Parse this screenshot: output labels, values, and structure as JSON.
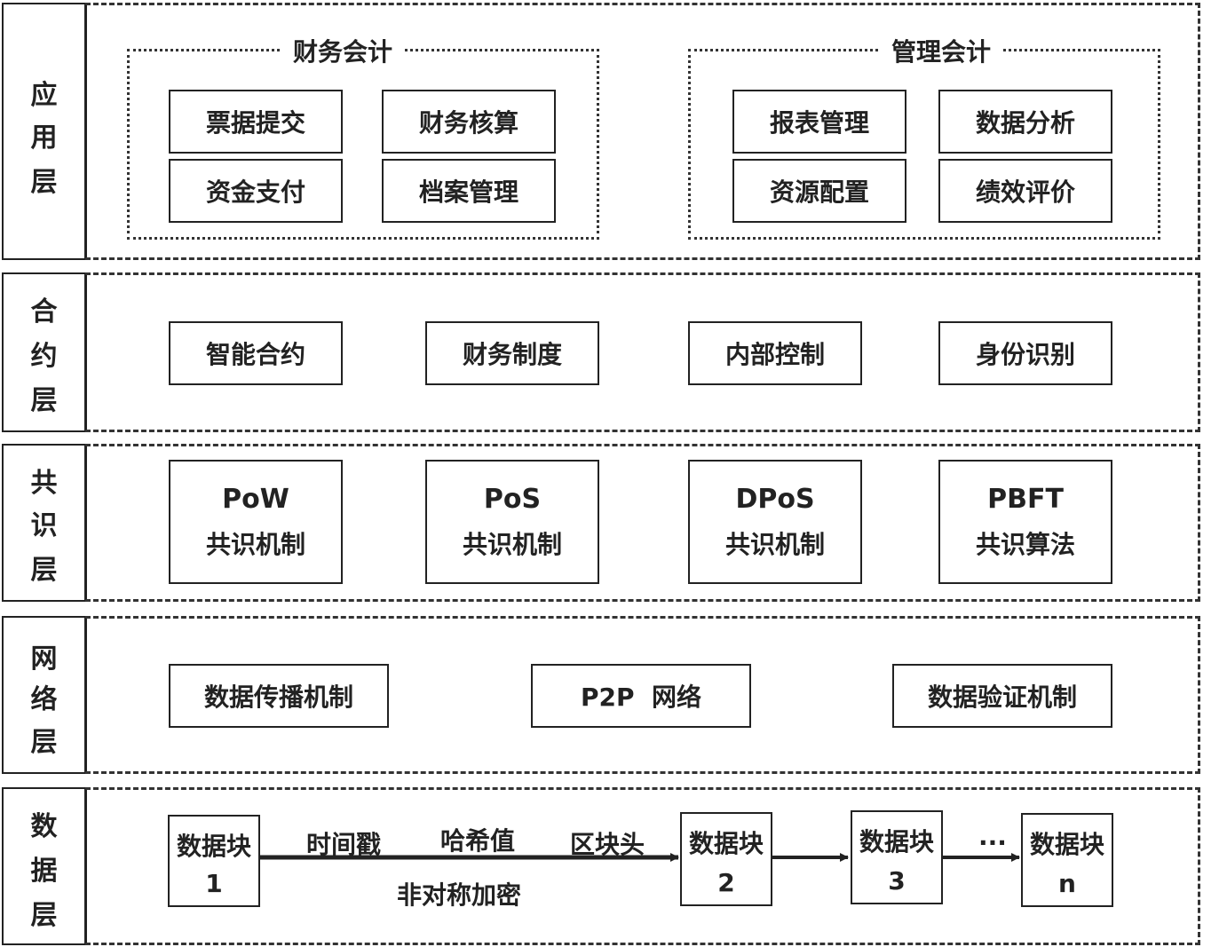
{
  "layers": [
    {
      "label": [
        "应",
        "用",
        "层"
      ]
    },
    {
      "label": [
        "合",
        "约",
        "层"
      ]
    },
    {
      "label": [
        "共",
        "识",
        "层"
      ]
    },
    {
      "label": [
        "网",
        "络",
        "层"
      ]
    },
    {
      "label": [
        "数",
        "据",
        "层"
      ]
    }
  ],
  "application": {
    "financial": {
      "title": "财务会计",
      "items": [
        "票据提交",
        "财务核算",
        "资金支付",
        "档案管理"
      ]
    },
    "management": {
      "title": "管理会计",
      "items": [
        "报表管理",
        "数据分析",
        "资源配置",
        "绩效评价"
      ]
    }
  },
  "contract": {
    "items": [
      "智能合约",
      "财务制度",
      "内部控制",
      "身份识别"
    ]
  },
  "consensus": {
    "items": [
      {
        "en": "PoW",
        "cn": "共识机制"
      },
      {
        "en": "PoS",
        "cn": "共识机制"
      },
      {
        "en": "DPoS",
        "cn": "共识机制"
      },
      {
        "en": "PBFT",
        "cn": "共识算法"
      }
    ]
  },
  "network": {
    "items": [
      "数据传播机制",
      "P2P  网络",
      "数据验证机制"
    ]
  },
  "data": {
    "blocks": [
      {
        "title": "数据块",
        "index": "1"
      },
      {
        "title": "数据块",
        "index": "2"
      },
      {
        "title": "数据块",
        "index": "3"
      },
      {
        "title": "数据块",
        "index": "n"
      }
    ],
    "labels": {
      "timestamp": "时间戳",
      "hash": "哈希值",
      "header": "区块头",
      "encryption": "非对称加密",
      "ellipsis": "..."
    }
  }
}
